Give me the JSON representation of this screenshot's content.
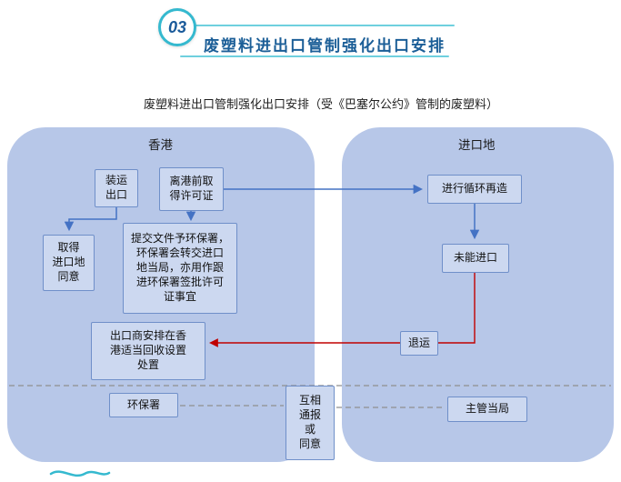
{
  "header": {
    "badge": "03",
    "title": "废塑料进出口管制强化出口安排",
    "subtitle": "废塑料进出口管制强化出口安排（受《巴塞尔公约》管制的废塑料）"
  },
  "regions": {
    "hong_kong": "香港",
    "import_place": "进口地"
  },
  "nodes": {
    "ship_export": "装运\n出口",
    "permit_before_departure": "离港前取\n得许可证",
    "obtain_import_consent": "取得\n进口地\n同意",
    "submit_documents": "提交文件予环保署，\n环保署会转交进口\n地当局，亦用作跟\n进环保署签批许可\n证事宜",
    "exporter_recovery": "出口商安排在香\n港适当回收设置\n处置",
    "epd": "环保署",
    "recycle": "进行循环再造",
    "import_failed": "未能进口",
    "return_shipment": "退运",
    "competent_authority": "主管当局",
    "mutual_notification": "互相\n通报\n或\n同意"
  },
  "edges": [
    {
      "from": "ship_export",
      "to": "obtain_import_consent",
      "color": "#4472c4"
    },
    {
      "from": "permit_before_departure",
      "to": "submit_documents",
      "color": "#4472c4"
    },
    {
      "from": "permit_before_departure",
      "to": "recycle",
      "color": "#4472c4"
    },
    {
      "from": "recycle",
      "to": "import_failed",
      "color": "#4472c4"
    },
    {
      "from": "import_failed",
      "via": "return_shipment",
      "to": "exporter_recovery",
      "color": "#c00000"
    },
    {
      "from": "epd",
      "to": "mutual_notification",
      "style": "dashed"
    },
    {
      "from": "mutual_notification",
      "to": "competent_authority",
      "style": "dashed"
    }
  ],
  "colors": {
    "container_fill": "#b7c7e8",
    "node_fill": "#ccd8f0",
    "node_border": "#6f8fc9",
    "arrow_blue": "#4472c4",
    "arrow_red": "#c00000",
    "accent_teal": "#35b9cf",
    "title_blue": "#1b5e97"
  }
}
